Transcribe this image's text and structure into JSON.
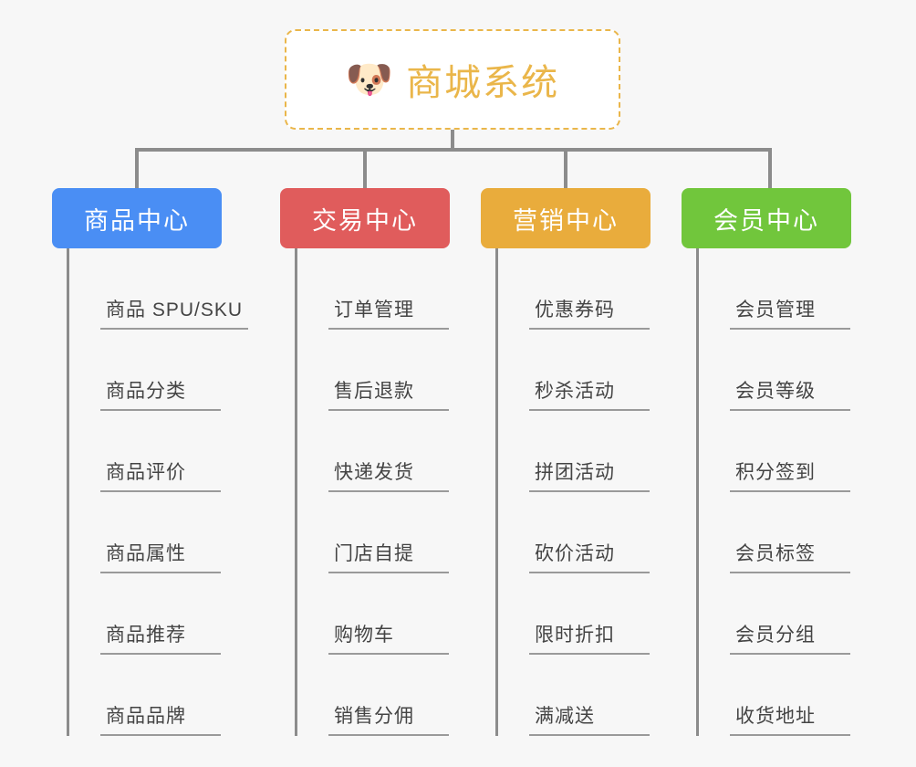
{
  "root": {
    "icon": "shiba-dog-face-emoji",
    "icon_glyph": "🐶",
    "title": "商城系统",
    "accent_color": "#eab64a"
  },
  "line_color": "#8c8c8c",
  "background_color": "#f7f7f7",
  "columns": [
    {
      "title": "商品中心",
      "color": "#4a8ef4",
      "items": [
        "商品 SPU/SKU",
        "商品分类",
        "商品评价",
        "商品属性",
        "商品推荐",
        "商品品牌"
      ]
    },
    {
      "title": "交易中心",
      "color": "#e05c5c",
      "items": [
        "订单管理",
        "售后退款",
        "快递发货",
        "门店自提",
        "购物车",
        "销售分佣"
      ]
    },
    {
      "title": "营销中心",
      "color": "#e9ac3c",
      "items": [
        "优惠券码",
        "秒杀活动",
        "拼团活动",
        "砍价活动",
        "限时折扣",
        "满减送"
      ]
    },
    {
      "title": "会员中心",
      "color": "#71c63c",
      "items": [
        "会员管理",
        "会员等级",
        "积分签到",
        "会员标签",
        "会员分组",
        "收货地址"
      ]
    }
  ]
}
